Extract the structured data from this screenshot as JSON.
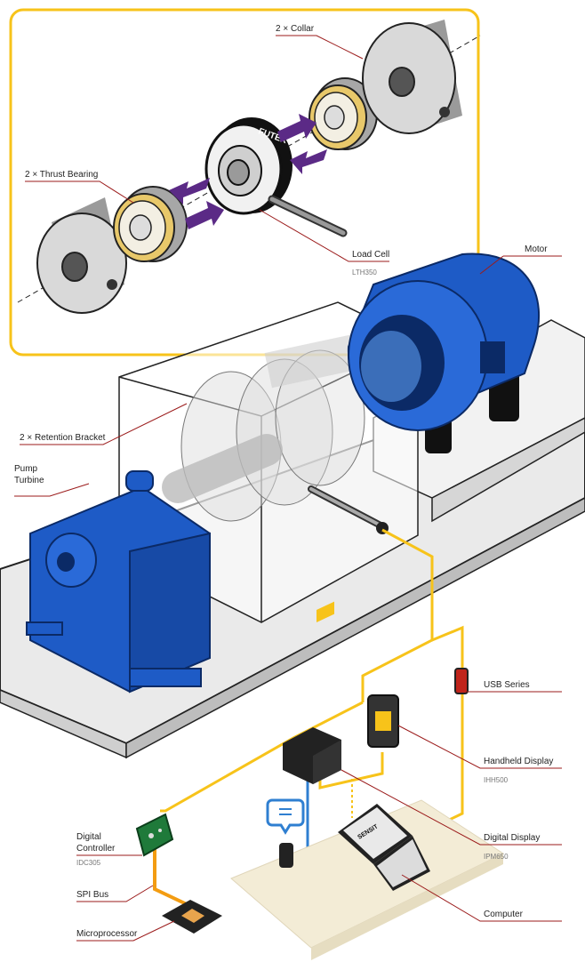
{
  "colors": {
    "accent_yellow": "#f7c31a",
    "leader_red": "#9b1b1b",
    "blue": "#1e5bc6",
    "purple": "#5b2a86",
    "cable_orange": "#f39c12",
    "cable_blue": "#2f7fd1"
  },
  "labels": {
    "collar": "2 × Collar",
    "thrust_bearing": "2 × Thrust Bearing",
    "load_cell": "Load Cell",
    "load_cell_model": "LTH350",
    "motor": "Motor",
    "retention_bracket": "2 × Retention Bracket",
    "pump_turbine_line1": "Pump",
    "pump_turbine_line2": "Turbine",
    "usb_series": "USB Series",
    "handheld_display": "Handheld Display",
    "handheld_display_model": "IHH500",
    "digital_display": "Digital Display",
    "digital_display_model": "IPM650",
    "digital_controller_line1": "Digital",
    "digital_controller_line2": "Controller",
    "digital_controller_model": "IDC305",
    "spi_bus": "SPI Bus",
    "microprocessor": "Microprocessor",
    "computer": "Computer"
  },
  "branding": {
    "load_cell_logo": "FUTEK",
    "laptop_logo": "SENSIT"
  }
}
